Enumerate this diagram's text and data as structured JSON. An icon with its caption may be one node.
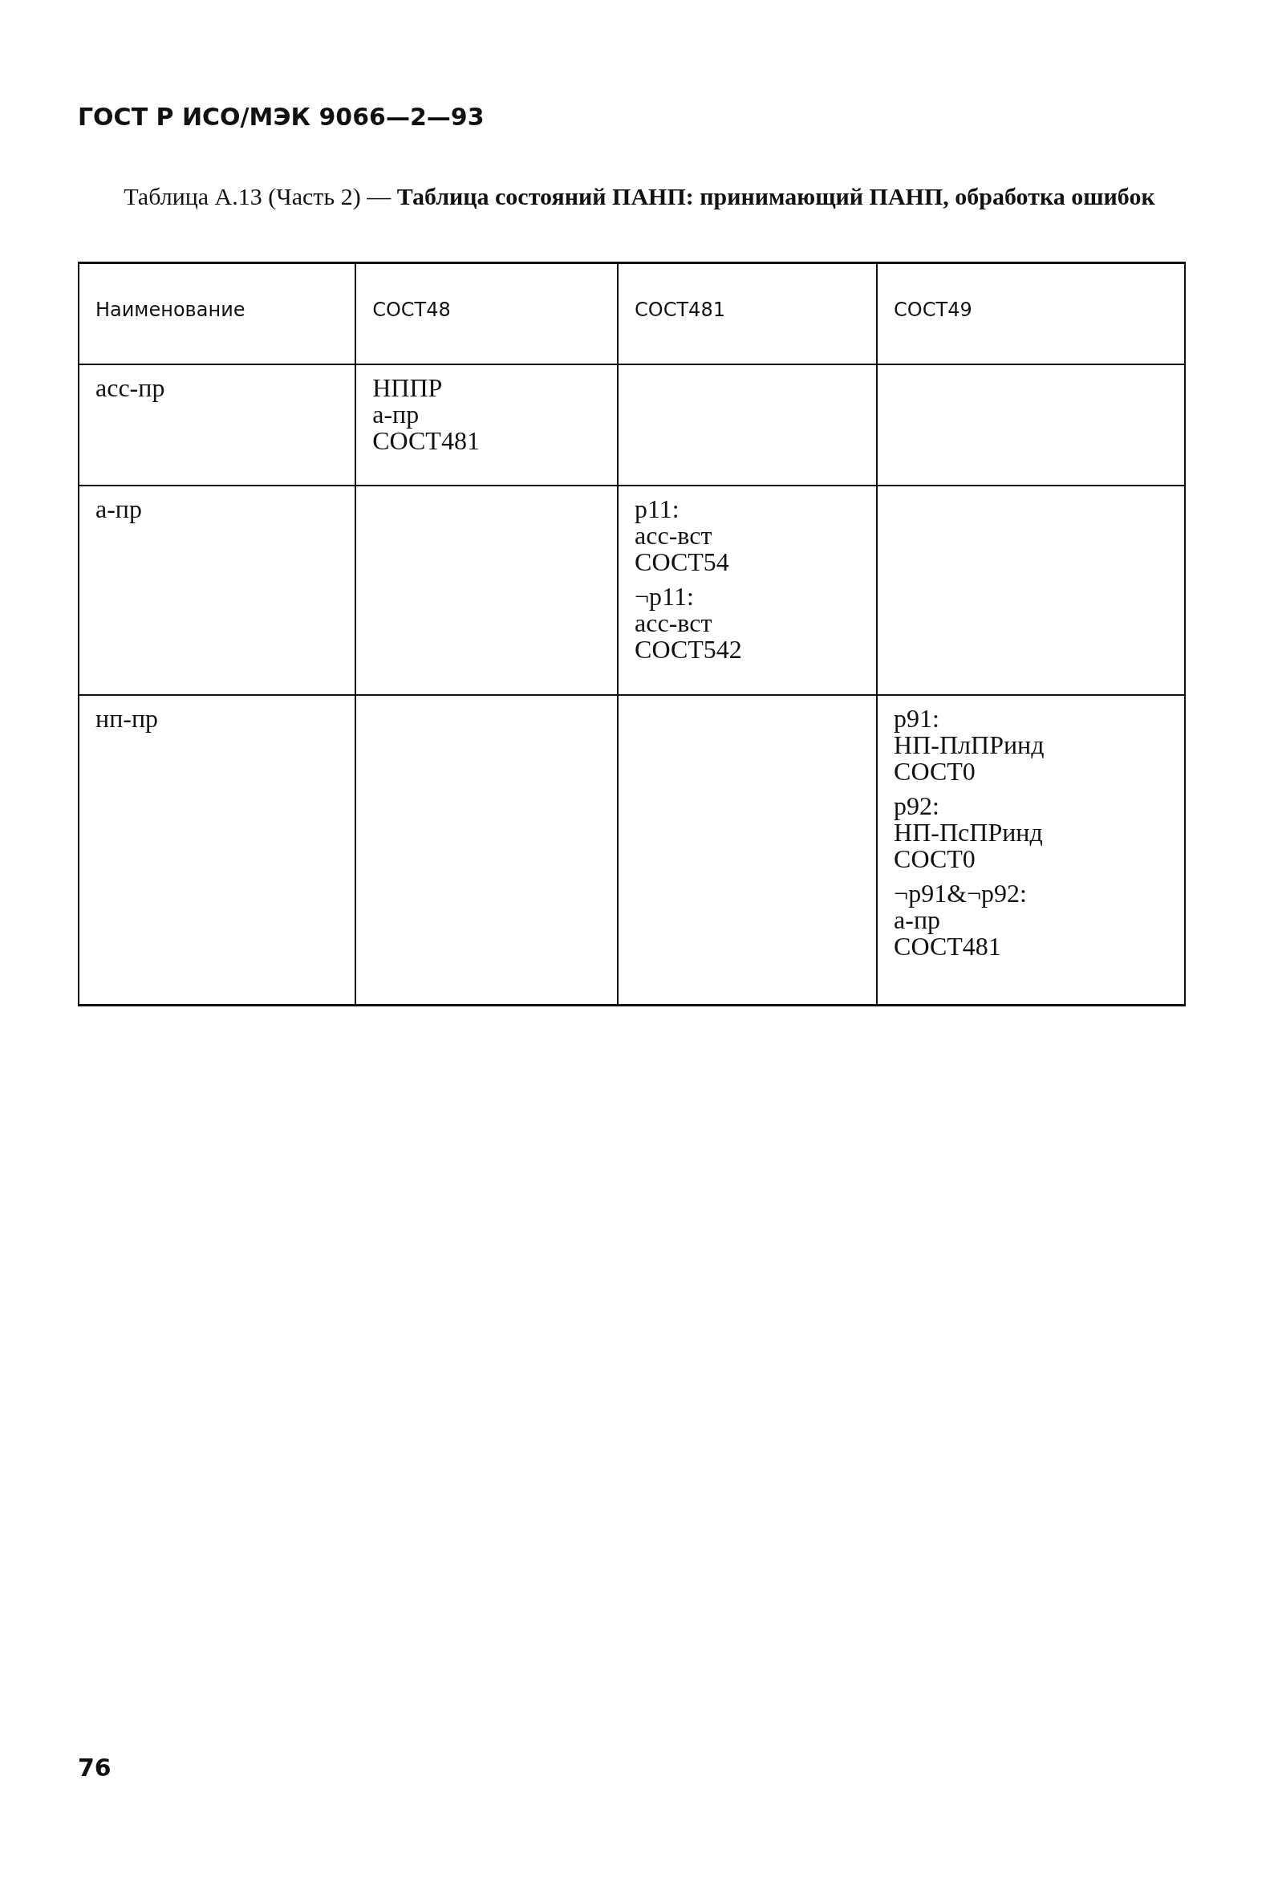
{
  "diagram": {
    "title": "Таблица А.13 (Часть 2) — **Таблица состояний ПАНП: принимающий ПАНП, обработка ошибок**",
    "labels": [
      "ГОСТ Р ИСО/МЭК 9066—2—93",
      "Наименование",
      "СОСТ48",
      "СОСТ481",
      "СОСТ49",
      "асс-пр",
      "НППР",
      "а-пр",
      "СОСТ481",
      "а-пр",
      "p11:",
      "асс-вст",
      "СОСТ54",
      "¬p11:",
      "асс-вст",
      "СОСТ542",
      "нп-пр",
      "p91:",
      "НП-ПлПРинд",
      "СОСТ0",
      "p92:",
      "НП-ПсПРинд",
      "СОСТ0",
      "¬p91&¬p92:",
      "а-пр",
      "СОСТ481",
      "76"
    ]
  }
}
